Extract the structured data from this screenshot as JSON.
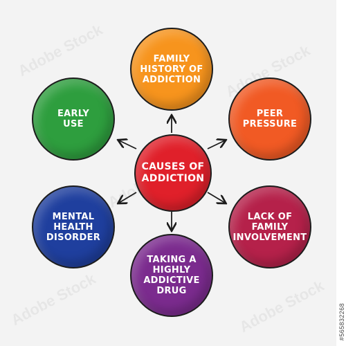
{
  "center": {
    "label": "CAUSES OF\nADDICTION",
    "color": "#e0202a"
  },
  "nodes": [
    {
      "id": "family-history",
      "label": "FAMILY\nHISTORY OF\nADDICTION",
      "color": "#f7941d"
    },
    {
      "id": "peer-pressure",
      "label": "PEER\nPRESSURE",
      "color": "#f15a24"
    },
    {
      "id": "lack-of-family-involvement",
      "label": "LACK OF\nFAMILY\nINVOLVEMENT",
      "color": "#b5214a"
    },
    {
      "id": "highly-addictive-drug",
      "label": "TAKING A\nHIGHLY\nADDICTIVE\nDRUG",
      "color": "#7b2b8e"
    },
    {
      "id": "mental-health-disorder",
      "label": "MENTAL\nHEALTH\nDISORDER",
      "color": "#1f3f9e"
    },
    {
      "id": "early-use",
      "label": "EARLY\nUSE",
      "color": "#2e9e3e"
    }
  ],
  "watermark": "Adobe Stock",
  "stock_id": "#565832268"
}
